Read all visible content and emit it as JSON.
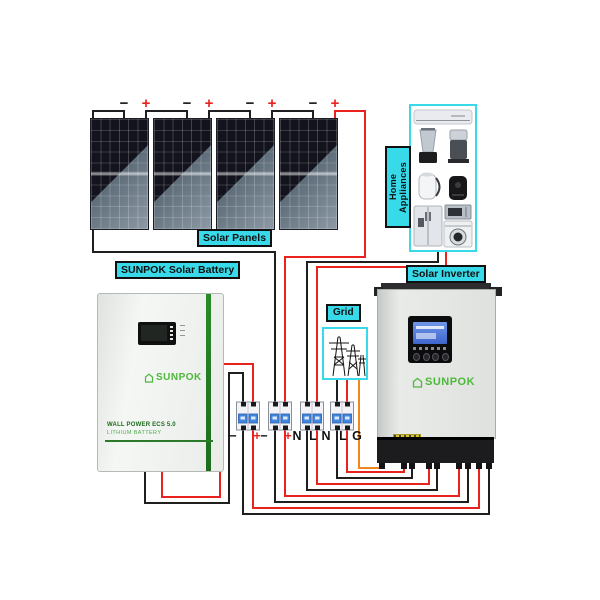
{
  "labels": {
    "solar_panels": "Solar Panels",
    "battery": "SUNPOK Solar Battery",
    "inverter": "Solar Inverter",
    "grid": "Grid",
    "home_appliances": "Home Appliances"
  },
  "panels": {
    "count": 4,
    "minus": "−",
    "plus": "+"
  },
  "breaker_labels": [
    "−",
    "+",
    "−",
    "+",
    "N",
    "L",
    "N",
    "L",
    "G"
  ],
  "battery_unit": {
    "brand": "SUNPOK",
    "model": "WALL POWER ECS 5.0",
    "type": "LITHIUM BATTERY"
  },
  "inverter_unit": {
    "brand": "SUNPOK"
  },
  "appliance_items": [
    "air-conditioner",
    "blender",
    "food-processor",
    "electric-kettle",
    "air-fryer",
    "refrigerator",
    "microwave-oven",
    "washing-machine"
  ],
  "colors": {
    "label_bg": "#38d9e8",
    "wire_black": "#1f1f1f",
    "wire_red": "#e8231e",
    "wire_orange": "#f0861e",
    "brand_green": "#4db83a",
    "battery_stripe": "#2a8a2a"
  }
}
